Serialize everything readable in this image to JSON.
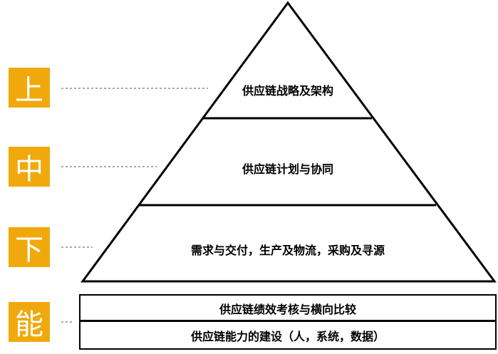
{
  "colors": {
    "badge": "#F0A90C",
    "stroke": "#000000",
    "dash": "#555555"
  },
  "levels": {
    "top": {
      "badge": "上",
      "label": "供应链战略及架构"
    },
    "middle": {
      "badge": "中",
      "label": "供应链计划与协同"
    },
    "bottom": {
      "badge": "下",
      "label": "需求与交付，生产及物流，采购及寻源"
    },
    "capability": {
      "badge": "能",
      "label_upper": "供应链绩效考核与横向比较",
      "label_lower": "供应链能力的建设（人，系统，数据）"
    }
  }
}
